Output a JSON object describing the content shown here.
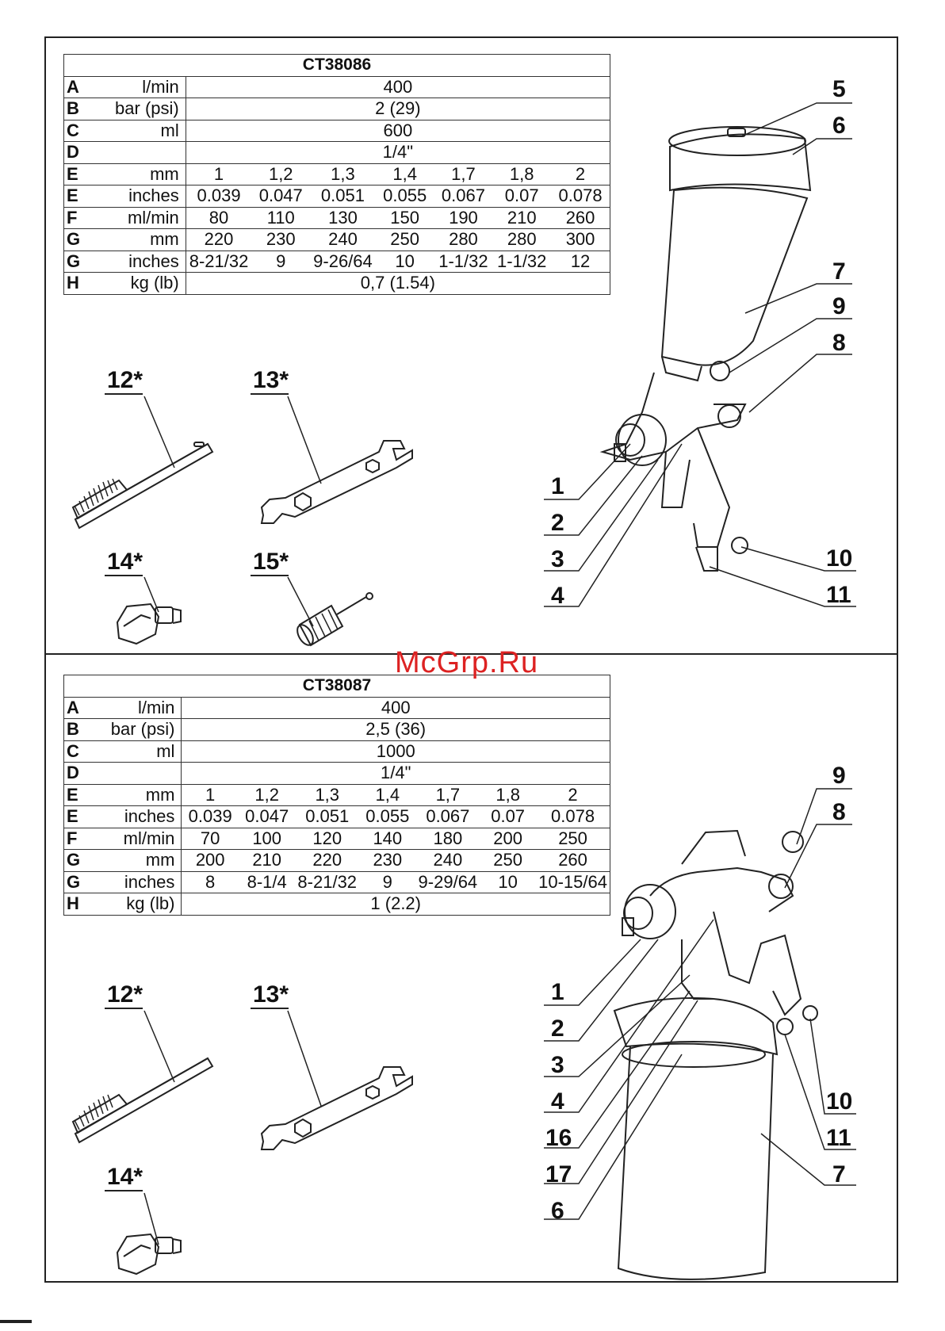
{
  "watermark": "McGrp.Ru",
  "top": {
    "model": "CT38086",
    "rows": [
      {
        "letter": "A",
        "unit": "l/min",
        "span": "400"
      },
      {
        "letter": "B",
        "unit": "bar (psi)",
        "span": "2 (29)"
      },
      {
        "letter": "C",
        "unit": "ml",
        "span": "600"
      },
      {
        "letter": "D",
        "unit": "",
        "span": "1/4\""
      },
      {
        "letter": "E",
        "unit": "mm",
        "cells": [
          "1",
          "1,2",
          "1,3",
          "1,4",
          "1,7",
          "1,8",
          "2"
        ]
      },
      {
        "letter": "E",
        "unit": "inches",
        "cells": [
          "0.039",
          "0.047",
          "0.051",
          "0.055",
          "0.067",
          "0.07",
          "0.078"
        ]
      },
      {
        "letter": "F",
        "unit": "ml/min",
        "cells": [
          "80",
          "110",
          "130",
          "150",
          "190",
          "210",
          "260"
        ]
      },
      {
        "letter": "G",
        "unit": "mm",
        "cells": [
          "220",
          "230",
          "240",
          "250",
          "280",
          "280",
          "300"
        ]
      },
      {
        "letter": "G",
        "unit": "inches",
        "cells": [
          "8-21/32",
          "9",
          "9-26/64",
          "10",
          "1-1/32",
          "1-1/32",
          "12"
        ]
      },
      {
        "letter": "H",
        "unit": "kg (lb)",
        "span": "0,7 (1.54)"
      }
    ],
    "accessories": [
      "12*",
      "13*",
      "14*",
      "15*"
    ],
    "callouts_right": [
      "5",
      "6",
      "7",
      "9",
      "8"
    ],
    "callouts_left": [
      "1",
      "2",
      "3",
      "4"
    ],
    "callouts_bottom": [
      "10",
      "11"
    ]
  },
  "bottom": {
    "model": "CT38087",
    "rows": [
      {
        "letter": "A",
        "unit": "l/min",
        "span": "400"
      },
      {
        "letter": "B",
        "unit": "bar (psi)",
        "span": "2,5 (36)"
      },
      {
        "letter": "C",
        "unit": "ml",
        "span": "1000"
      },
      {
        "letter": "D",
        "unit": "",
        "span": "1/4\""
      },
      {
        "letter": "E",
        "unit": "mm",
        "cells": [
          "1",
          "1,2",
          "1,3",
          "1,4",
          "1,7",
          "1,8",
          "2"
        ]
      },
      {
        "letter": "E",
        "unit": "inches",
        "cells": [
          "0.039",
          "0.047",
          "0.051",
          "0.055",
          "0.067",
          "0.07",
          "0.078"
        ]
      },
      {
        "letter": "F",
        "unit": "ml/min",
        "cells": [
          "70",
          "100",
          "120",
          "140",
          "180",
          "200",
          "250"
        ]
      },
      {
        "letter": "G",
        "unit": "mm",
        "cells": [
          "200",
          "210",
          "220",
          "230",
          "240",
          "250",
          "260"
        ]
      },
      {
        "letter": "G",
        "unit": "inches",
        "cells": [
          "8",
          "8-1/4",
          "8-21/32",
          "9",
          "9-29/64",
          "10",
          "10-15/64"
        ]
      },
      {
        "letter": "H",
        "unit": "kg (lb)",
        "span": "1 (2.2)"
      }
    ],
    "accessories": [
      "12*",
      "13*",
      "14*"
    ],
    "callouts_right_top": [
      "9",
      "8"
    ],
    "callouts_left": [
      "1",
      "2",
      "3",
      "4",
      "16",
      "17",
      "6"
    ],
    "callouts_right_bottom": [
      "10",
      "11",
      "7"
    ]
  }
}
